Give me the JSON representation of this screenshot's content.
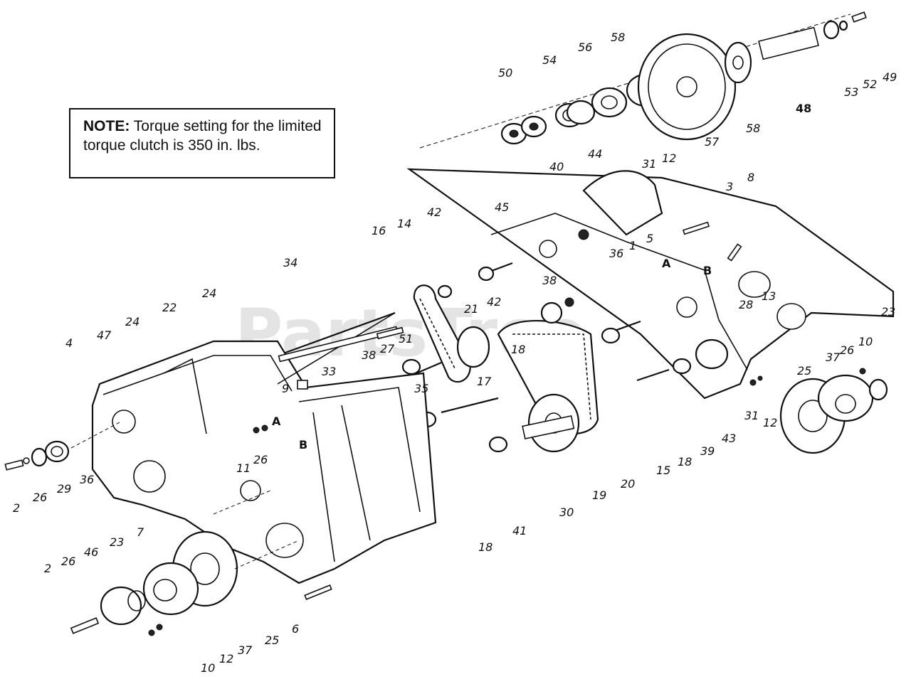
{
  "note": {
    "heading": "NOTE:",
    "text": "Torque setting for the limited torque clutch is 350 in. lbs."
  },
  "watermark": "PartsTree",
  "callouts": [
    {
      "id": "c2a",
      "text": "2"
    },
    {
      "id": "c26a",
      "text": "26"
    },
    {
      "id": "c29",
      "text": "29"
    },
    {
      "id": "c36a",
      "text": "36"
    },
    {
      "id": "c4",
      "text": "4"
    },
    {
      "id": "c47",
      "text": "47"
    },
    {
      "id": "c24a",
      "text": "24"
    },
    {
      "id": "c22",
      "text": "22"
    },
    {
      "id": "c24b",
      "text": "24"
    },
    {
      "id": "c34",
      "text": "34"
    },
    {
      "id": "c16",
      "text": "16"
    },
    {
      "id": "c14",
      "text": "14"
    },
    {
      "id": "c42a",
      "text": "42"
    },
    {
      "id": "c45",
      "text": "45"
    },
    {
      "id": "c40",
      "text": "40"
    },
    {
      "id": "c44",
      "text": "44"
    },
    {
      "id": "c31a",
      "text": "31"
    },
    {
      "id": "c12a",
      "text": "12"
    },
    {
      "id": "c3",
      "text": "3"
    },
    {
      "id": "c8",
      "text": "8"
    },
    {
      "id": "c1",
      "text": "1"
    },
    {
      "id": "c5",
      "text": "5"
    },
    {
      "id": "c36b",
      "text": "36"
    },
    {
      "id": "cA1",
      "text": "A"
    },
    {
      "id": "cB1",
      "text": "B"
    },
    {
      "id": "c13",
      "text": "13"
    },
    {
      "id": "c28",
      "text": "28"
    },
    {
      "id": "c38a",
      "text": "38"
    },
    {
      "id": "c21",
      "text": "21"
    },
    {
      "id": "c42b",
      "text": "42"
    },
    {
      "id": "c51",
      "text": "51"
    },
    {
      "id": "c27",
      "text": "27"
    },
    {
      "id": "c38b",
      "text": "38"
    },
    {
      "id": "c18a",
      "text": "18"
    },
    {
      "id": "c35",
      "text": "35"
    },
    {
      "id": "c17",
      "text": "17"
    },
    {
      "id": "c33",
      "text": "33"
    },
    {
      "id": "c9",
      "text": "9"
    },
    {
      "id": "cA2",
      "text": "A"
    },
    {
      "id": "cB2",
      "text": "B"
    },
    {
      "id": "c11",
      "text": "11"
    },
    {
      "id": "c26b",
      "text": "26"
    },
    {
      "id": "c7",
      "text": "7"
    },
    {
      "id": "c23a",
      "text": "23"
    },
    {
      "id": "c46",
      "text": "46"
    },
    {
      "id": "c2b",
      "text": "2"
    },
    {
      "id": "c26c",
      "text": "26"
    },
    {
      "id": "c6",
      "text": "6"
    },
    {
      "id": "c37a",
      "text": "37"
    },
    {
      "id": "c25a",
      "text": "25"
    },
    {
      "id": "c12b",
      "text": "12"
    },
    {
      "id": "c10a",
      "text": "10"
    },
    {
      "id": "c18b",
      "text": "18"
    },
    {
      "id": "c41",
      "text": "41"
    },
    {
      "id": "c30",
      "text": "30"
    },
    {
      "id": "c19",
      "text": "19"
    },
    {
      "id": "c20",
      "text": "20"
    },
    {
      "id": "c15",
      "text": "15"
    },
    {
      "id": "c18c",
      "text": "18"
    },
    {
      "id": "c39",
      "text": "39"
    },
    {
      "id": "c43",
      "text": "43"
    },
    {
      "id": "c31b",
      "text": "31"
    },
    {
      "id": "c12c",
      "text": "12"
    },
    {
      "id": "c25b",
      "text": "25"
    },
    {
      "id": "c37b",
      "text": "37"
    },
    {
      "id": "c26d",
      "text": "26"
    },
    {
      "id": "c10b",
      "text": "10"
    },
    {
      "id": "c23b",
      "text": "23"
    },
    {
      "id": "c50",
      "text": "50"
    },
    {
      "id": "c54",
      "text": "54"
    },
    {
      "id": "c56",
      "text": "56"
    },
    {
      "id": "c58a",
      "text": "58"
    },
    {
      "id": "c57",
      "text": "57"
    },
    {
      "id": "c58b",
      "text": "58"
    },
    {
      "id": "c48",
      "text": "48"
    },
    {
      "id": "c53",
      "text": "53"
    },
    {
      "id": "c52",
      "text": "52"
    },
    {
      "id": "c49",
      "text": "49"
    }
  ]
}
